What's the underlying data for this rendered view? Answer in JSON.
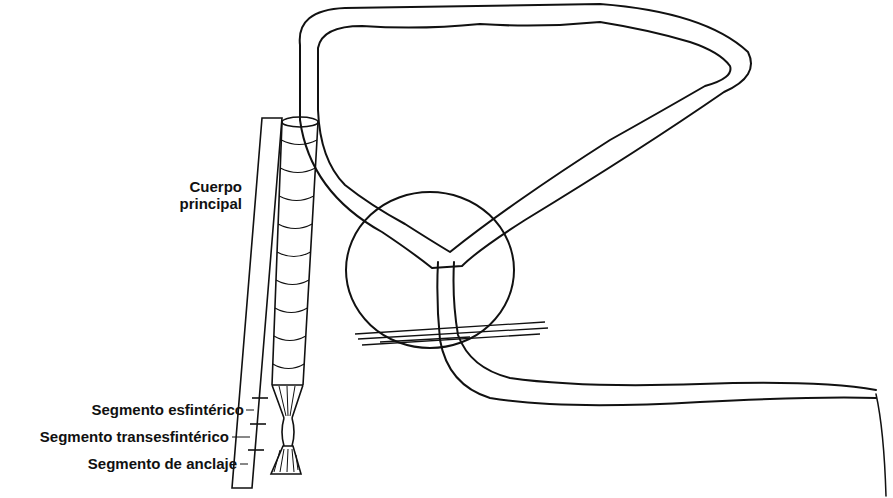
{
  "diagram": {
    "labels": [
      "Cuerpo principal",
      "Segmento esfintérico",
      "Segmento transesfintérico",
      "Segmento de anclaje"
    ]
  }
}
